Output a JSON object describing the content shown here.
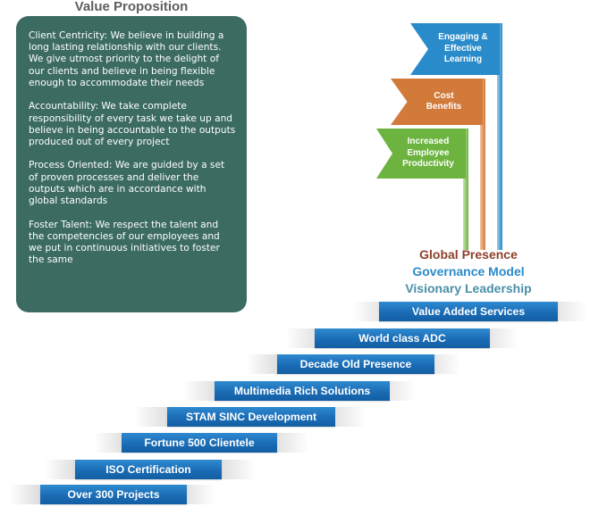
{
  "title": "Value Proposition",
  "values": [
    "Client Centricity: We believe in building a long lasting relationship with our clients. We give utmost priority to the delight of our clients and believe in being flexible enough to accommodate their needs",
    "Accountability: We take complete responsibility of every task we take up and believe in being accountable to the outputs produced out of every project",
    "Process Oriented: We are guided by a set of proven processes and deliver the outputs which are in accordance with global standards",
    "Foster Talent: We respect the talent and the competencies of our employees and we put in continuous initiatives to foster the same"
  ],
  "flags": [
    {
      "label": "Engaging & Effective Learning",
      "color": "#2a8bcb"
    },
    {
      "label": "Cost Benefits",
      "color": "#d27a3a"
    },
    {
      "label": "Increased Employee Productivity",
      "color": "#6cb33f"
    }
  ],
  "pillars": [
    {
      "label": "Global Presence",
      "color": "#8d3f2a"
    },
    {
      "label": "Governance Model",
      "color": "#2a8bcb"
    },
    {
      "label": "Visionary Leadership",
      "color": "#4a8fa8"
    }
  ],
  "steps": [
    "Value Added Services",
    "World class ADC",
    "Decade Old Presence",
    "Multimedia Rich Solutions",
    "STAM SINC Development",
    "Fortune 500 Clientele",
    "ISO Certification",
    "Over 300 Projects"
  ]
}
